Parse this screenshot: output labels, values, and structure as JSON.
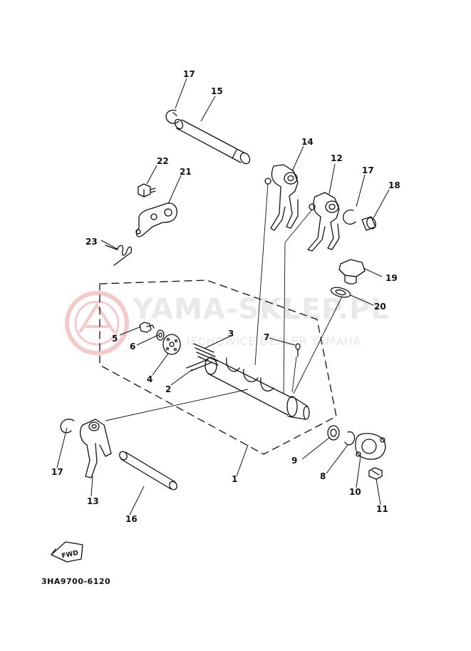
{
  "diagram": {
    "code": "3HA9700-6120",
    "fwd_mark": "FWD",
    "watermark": {
      "brand": "YAMA-SKLEP.PL",
      "tagline": "IECHOWICE DEALER YAMAHA"
    },
    "part_labels": {
      "p1": "1",
      "p2": "2",
      "p3": "3",
      "p4": "4",
      "p5": "5",
      "p6": "6",
      "p7": "7",
      "p8": "8",
      "p9": "9",
      "p10": "10",
      "p11": "11",
      "p12": "12",
      "p13": "13",
      "p14": "14",
      "p15": "15",
      "p16": "16",
      "p17a": "17",
      "p17b": "17",
      "p17c": "17",
      "p18": "18",
      "p19": "19",
      "p20": "20",
      "p21": "21",
      "p22": "22",
      "p23": "23"
    }
  }
}
